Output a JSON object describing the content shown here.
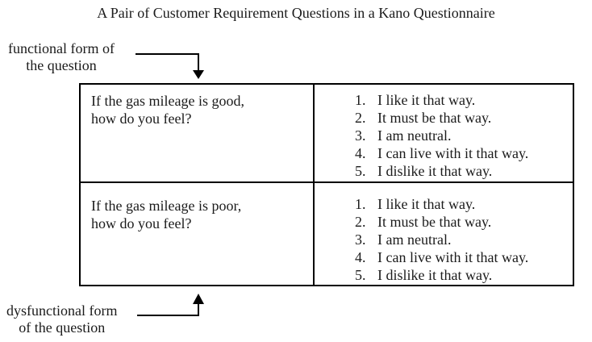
{
  "title": "A Pair of Customer Requirement Questions in a Kano Questionnaire",
  "colors": {
    "background": "#ffffff",
    "text": "#1b1b1b",
    "line": "#000000"
  },
  "annotations": {
    "functional": {
      "line1": "functional form of",
      "line2": "the question"
    },
    "dysfunctional": {
      "line1": "dysfunctional form",
      "line2": "of the question"
    }
  },
  "table": {
    "rows": [
      {
        "question_line1": "If the gas mileage is good,",
        "question_line2": "how do you feel?",
        "options": [
          {
            "num": "1.",
            "text": "I like it that way."
          },
          {
            "num": "2.",
            "text": "It must be that way."
          },
          {
            "num": "3.",
            "text": "I am neutral."
          },
          {
            "num": "4.",
            "text": "I can live with it that way."
          },
          {
            "num": "5.",
            "text": "I dislike it that way."
          }
        ]
      },
      {
        "question_line1": "If the gas mileage is poor,",
        "question_line2": "how do you feel?",
        "options": [
          {
            "num": "1.",
            "text": "I like it that way."
          },
          {
            "num": "2.",
            "text": "It must be that way."
          },
          {
            "num": "3.",
            "text": "I am neutral."
          },
          {
            "num": "4.",
            "text": "I can live with it that way."
          },
          {
            "num": "5.",
            "text": "I dislike it that way."
          }
        ]
      }
    ]
  }
}
